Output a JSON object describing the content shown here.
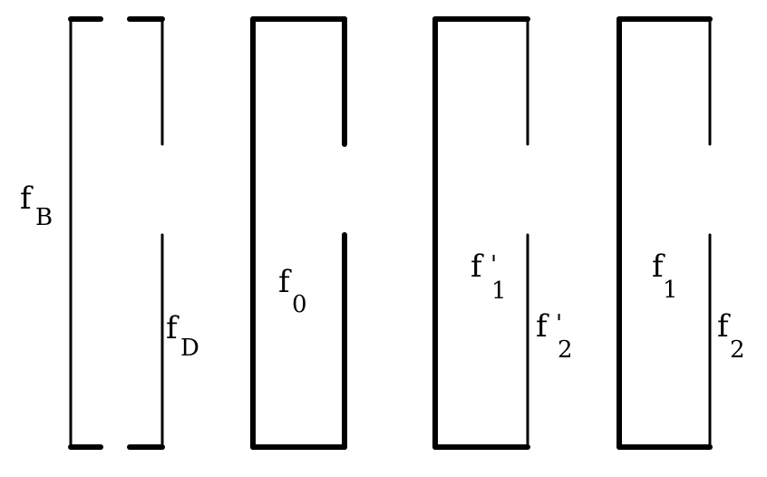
{
  "labels": {
    "fB": {
      "base": "f",
      "sub": "B"
    },
    "fD": {
      "base": "f",
      "sub": "D"
    },
    "f0": {
      "base": "f",
      "sub": "0"
    },
    "f1p": {
      "base": "f",
      "prime": "'",
      "sub": "1"
    },
    "f2p": {
      "base": "f",
      "prime": "'",
      "sub": "2"
    },
    "f1": {
      "base": "f",
      "sub": "1"
    },
    "f2": {
      "base": "f",
      "sub": "2"
    }
  },
  "colors": {
    "stroke": "#000000",
    "background": "#ffffff"
  }
}
